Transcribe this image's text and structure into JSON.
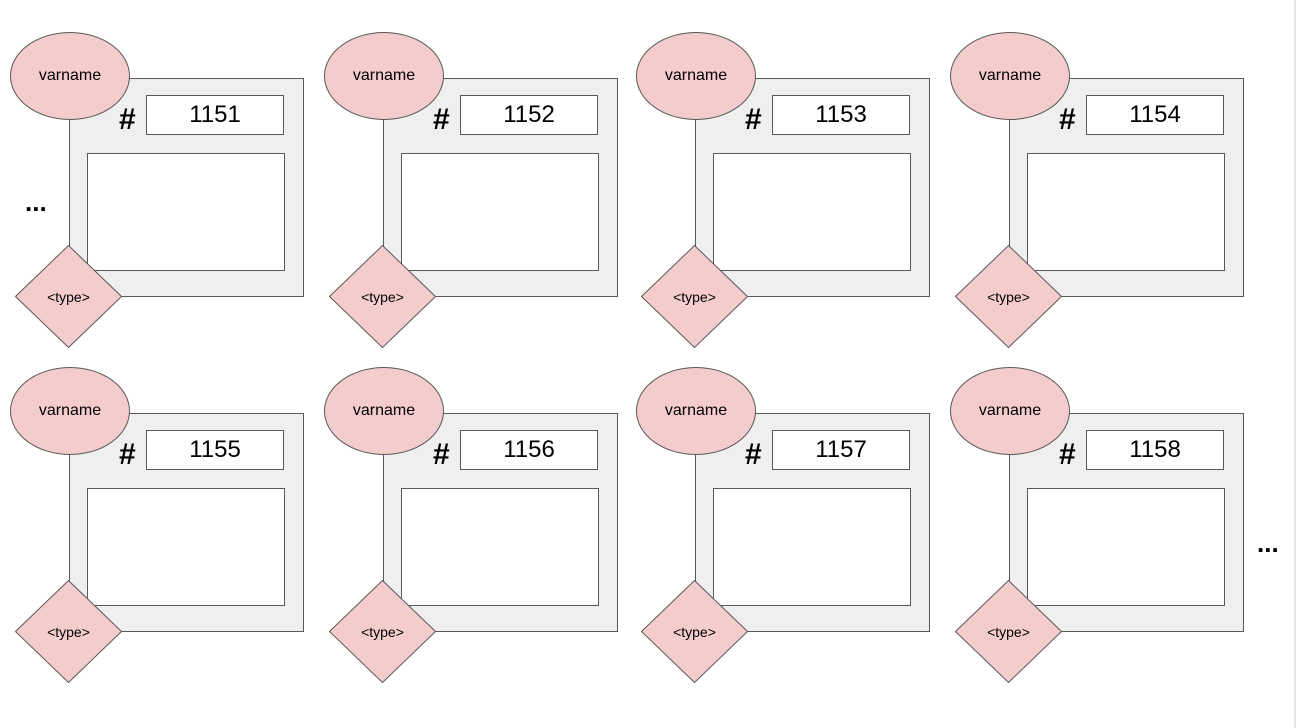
{
  "diagram": {
    "ellipsis_left": "...",
    "ellipsis_right": "...",
    "cells": [
      {
        "varname": "varname",
        "hash": "#",
        "address": "1151",
        "type": "<type>"
      },
      {
        "varname": "varname",
        "hash": "#",
        "address": "1152",
        "type": "<type>"
      },
      {
        "varname": "varname",
        "hash": "#",
        "address": "1153",
        "type": "<type>"
      },
      {
        "varname": "varname",
        "hash": "#",
        "address": "1154",
        "type": "<type>"
      },
      {
        "varname": "varname",
        "hash": "#",
        "address": "1155",
        "type": "<type>"
      },
      {
        "varname": "varname",
        "hash": "#",
        "address": "1156",
        "type": "<type>"
      },
      {
        "varname": "varname",
        "hash": "#",
        "address": "1157",
        "type": "<type>"
      },
      {
        "varname": "varname",
        "hash": "#",
        "address": "1158",
        "type": "<type>"
      }
    ],
    "colors": {
      "oval_fill": "#f4cccc",
      "frame_fill": "#efefef",
      "stroke": "#595959"
    }
  }
}
